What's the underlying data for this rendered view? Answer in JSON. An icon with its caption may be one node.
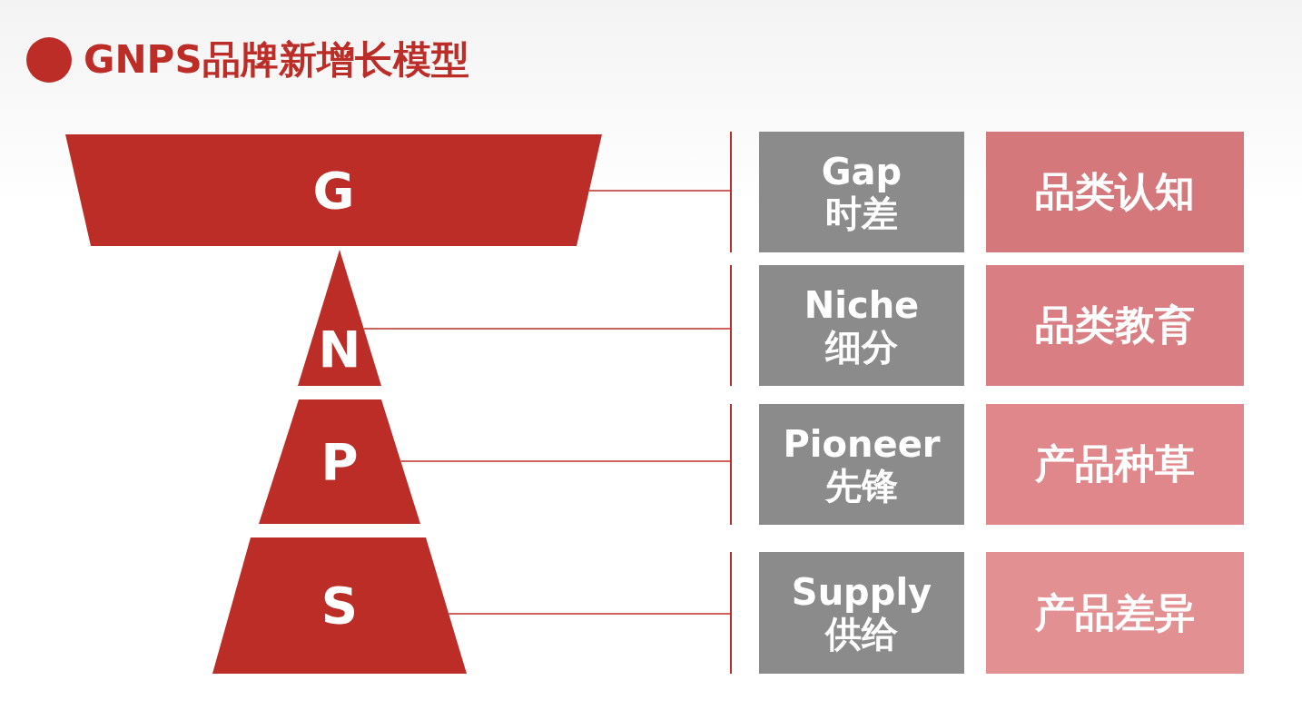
{
  "diagram": {
    "title": "GNPS品牌新增长模型",
    "nodes": [
      {
        "text": [
          "G"
        ]
      },
      {
        "text": [
          "N"
        ]
      },
      {
        "text": [
          "P"
        ]
      },
      {
        "text": [
          "S"
        ]
      },
      {
        "text": [],
        "shape": "bar"
      },
      {
        "text": [],
        "shape": "bar"
      },
      {
        "text": [],
        "shape": "bar"
      },
      {
        "text": [],
        "shape": "bar"
      },
      {
        "text": [
          "Gap",
          "时差"
        ]
      },
      {
        "text": [
          "Niche",
          "细分"
        ]
      },
      {
        "text": [
          "Pioneer",
          "先锋"
        ]
      },
      {
        "text": [
          "Supply",
          "供给"
        ]
      },
      {
        "text": [
          "品类认知"
        ]
      },
      {
        "text": [
          "品类教育"
        ]
      },
      {
        "text": [
          "产品种草"
        ]
      },
      {
        "text": [
          "产品差异"
        ]
      }
    ],
    "edges": [
      {
        "from": 0,
        "to": 4,
        "arrow": "none"
      },
      {
        "from": 1,
        "to": 5,
        "arrow": "none"
      },
      {
        "from": 2,
        "to": 6,
        "arrow": "none"
      },
      {
        "from": 3,
        "to": 7,
        "arrow": "none"
      }
    ]
  }
}
